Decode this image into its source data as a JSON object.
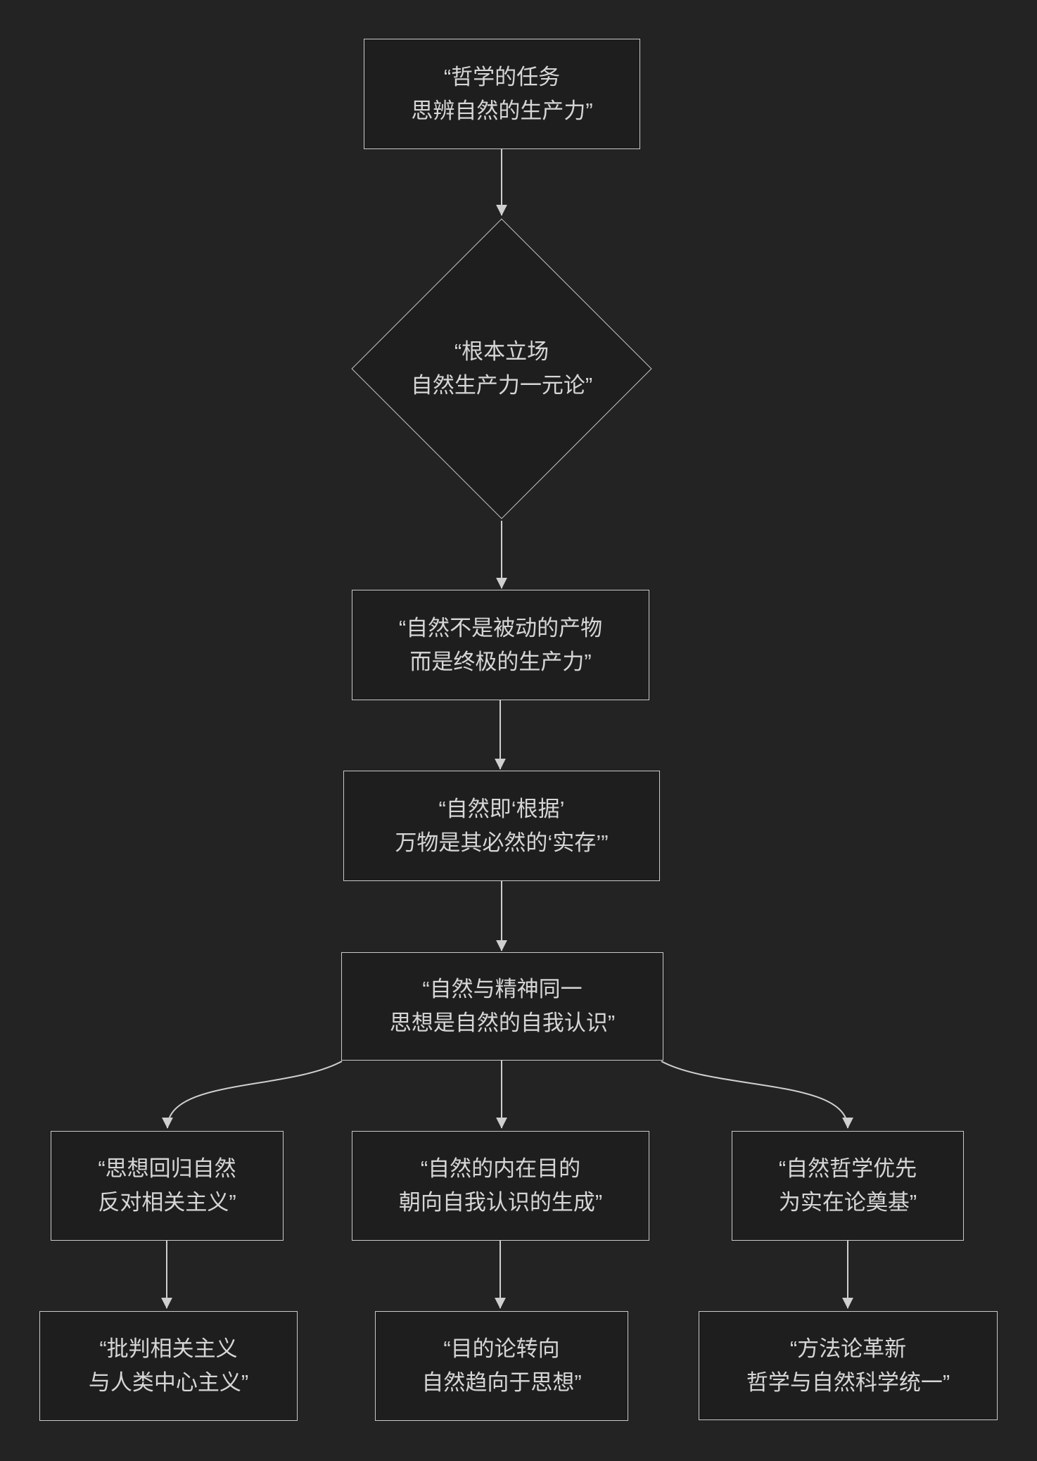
{
  "colors": {
    "background": "#232323",
    "node_fill": "#1e1e1e",
    "node_border": "#c9c9c9",
    "edge_line": "#cfcfcf",
    "text": "#d6d6d6"
  },
  "flowchart": {
    "nodes": {
      "task": {
        "line1": "“哲学的任务",
        "line2": "思辨自然的生产力”"
      },
      "stance": {
        "line1": "“根本立场",
        "line2": "自然生产力一元论”"
      },
      "nature_productivity": {
        "line1": "“自然不是被动的产物",
        "line2": "而是终极的生产力”"
      },
      "nature_ground": {
        "line1": "“自然即‘根据’",
        "line2": "万物是其必然的‘实存’”"
      },
      "nature_spirit": {
        "line1": "“自然与精神同一",
        "line2": "思想是自然的自我认识”"
      },
      "thought_return": {
        "line1": "“思想回归自然",
        "line2": "反对相关主义”"
      },
      "inner_purpose": {
        "line1": "“自然的内在目的",
        "line2": "朝向自我认识的生成”"
      },
      "philosophy_priority": {
        "line1": "“自然哲学优先",
        "line2": "为实在论奠基”"
      },
      "critique": {
        "line1": "“批判相关主义",
        "line2": "与人类中心主义”"
      },
      "teleology": {
        "line1": "“目的论转向",
        "line2": "自然趋向于思想”"
      },
      "methodology": {
        "line1": "“方法论革新",
        "line2": "哲学与自然科学统一”"
      }
    }
  }
}
